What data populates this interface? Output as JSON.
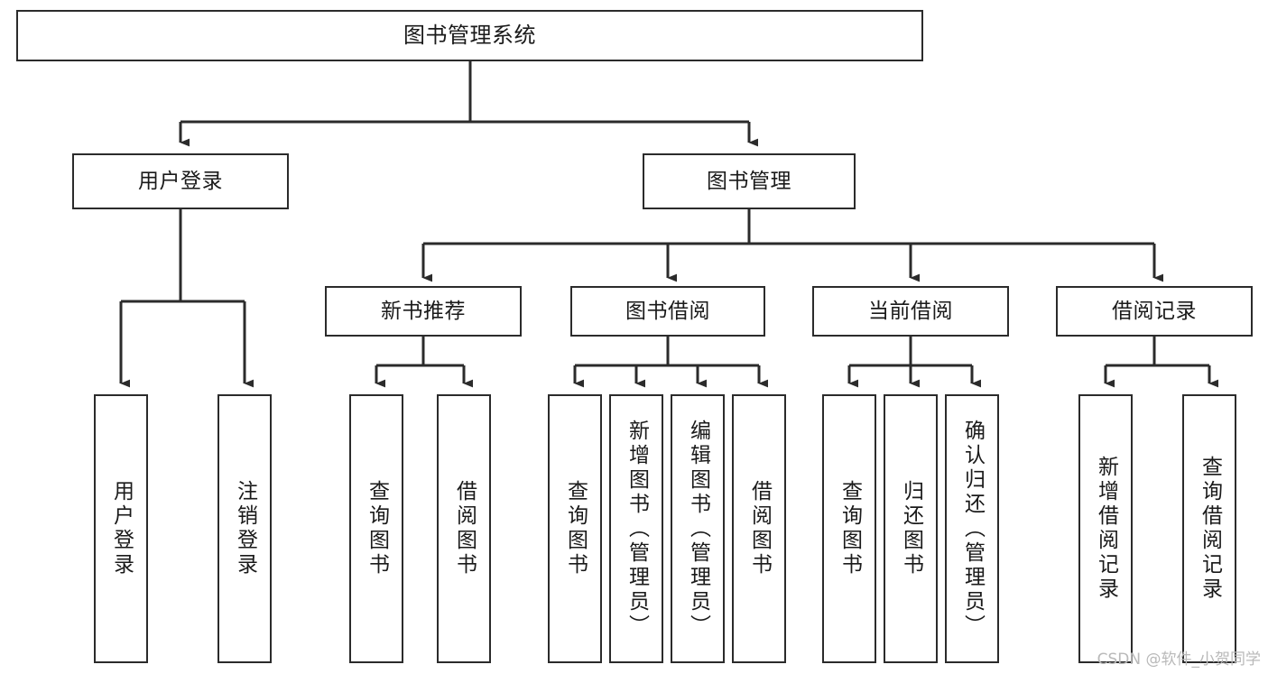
{
  "diagram": {
    "title": "图书管理系统",
    "type": "tree-hierarchy",
    "watermark": "CSDN @软件_小贺同学",
    "colors": {
      "box_border": "#2b2b2b",
      "box_fill": "#ffffff",
      "connector": "#2b2b2b",
      "text": "#1a1a1a",
      "watermark": "#b9b9b9",
      "background": "#ffffff"
    },
    "levels": {
      "root": "图书管理系统",
      "level2": [
        "用户登录",
        "图书管理"
      ],
      "level3": [
        "新书推荐",
        "图书借阅",
        "当前借阅",
        "借阅记录"
      ]
    },
    "nodes": {
      "root": {
        "label": "图书管理系统"
      },
      "user_login": {
        "label": "用户登录"
      },
      "book_manage": {
        "label": "图书管理"
      },
      "new_book_rec": {
        "label": "新书推荐"
      },
      "book_borrow": {
        "label": "图书借阅"
      },
      "current_borrow": {
        "label": "当前借阅"
      },
      "borrow_record": {
        "label": "借阅记录"
      }
    },
    "leaves": {
      "user_login": [
        {
          "label": "用户登录"
        },
        {
          "label": "注销登录"
        }
      ],
      "new_book_rec": [
        {
          "label": "查询图书"
        },
        {
          "label": "借阅图书"
        }
      ],
      "book_borrow": [
        {
          "label": "查询图书"
        },
        {
          "label": "新增图书（管理员）"
        },
        {
          "label": "编辑图书（管理员）"
        },
        {
          "label": "借阅图书"
        }
      ],
      "current_borrow": [
        {
          "label": "查询图书"
        },
        {
          "label": "归还图书"
        },
        {
          "label": "确认归还（管理员）"
        }
      ],
      "borrow_record": [
        {
          "label": "新增借阅记录"
        },
        {
          "label": "查询借阅记录"
        }
      ]
    }
  }
}
